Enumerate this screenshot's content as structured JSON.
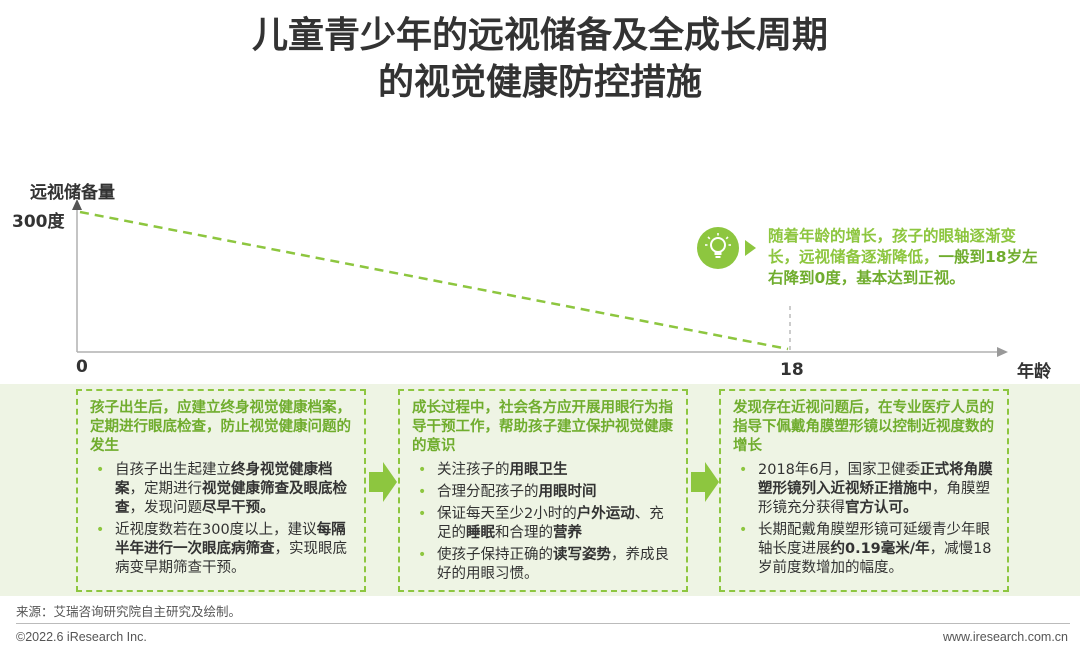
{
  "title": {
    "line1": "儿童青少年的远视储备及全成长周期",
    "line2": "的视觉健康防控措施"
  },
  "axis": {
    "y_label": "远视储备量",
    "y_tick": "300度",
    "x_origin": "0",
    "x_tick": "18",
    "x_label": "年龄"
  },
  "note": {
    "part1": "随着年龄的增长，孩子的眼轴逐渐变长，远视储备逐渐降低，",
    "part2": "一般到18岁左右降到0度，基本达到正视。"
  },
  "boxes": [
    {
      "head": "孩子出生后，应建立终身视觉健康档案，定期进行眼底检查，防止视觉健康问题的发生",
      "items": [
        [
          {
            "t": "自孩子出生起建立"
          },
          {
            "t": "终身视觉健康档案",
            "b": true
          },
          {
            "t": "，定期进行"
          },
          {
            "t": "视觉健康筛查及眼底检查",
            "b": true
          },
          {
            "t": "，发现问题"
          },
          {
            "t": "尽早干预。",
            "b": true
          }
        ],
        [
          {
            "t": "近视度数若在300度以上，建议"
          },
          {
            "t": "每隔半年进行一次眼底病筛查",
            "b": true
          },
          {
            "t": "，实现眼底病变早期筛查干预。"
          }
        ]
      ]
    },
    {
      "head": "成长过程中，社会各方应开展用眼行为指导干预工作，帮助孩子建立保护视觉健康的意识",
      "items": [
        [
          {
            "t": "关注孩子的"
          },
          {
            "t": "用眼卫生",
            "b": true
          }
        ],
        [
          {
            "t": "合理分配孩子的"
          },
          {
            "t": "用眼时间",
            "b": true
          }
        ],
        [
          {
            "t": "保证每天至少2小时的"
          },
          {
            "t": "户外运动",
            "b": true
          },
          {
            "t": "、充足的"
          },
          {
            "t": "睡眠",
            "b": true
          },
          {
            "t": "和合理的"
          },
          {
            "t": "营养",
            "b": true
          }
        ],
        [
          {
            "t": "使孩子保持正确的"
          },
          {
            "t": "读写姿势",
            "b": true
          },
          {
            "t": "，养成良好的用眼习惯。"
          }
        ]
      ]
    },
    {
      "head": "发现存在近视问题后，在专业医疗人员的指导下佩戴角膜塑形镜以控制近视度数的增长",
      "items": [
        [
          {
            "t": "2018年6月，国家卫健委"
          },
          {
            "t": "正式将角膜塑形镜列入近视矫正措施中",
            "b": true
          },
          {
            "t": "，角膜塑形镜充分获得"
          },
          {
            "t": "官方认可。",
            "b": true
          }
        ],
        [
          {
            "t": "长期配戴角膜塑形镜可延缓青少年眼轴长度进展"
          },
          {
            "t": "约0.19毫米/年",
            "b": true
          },
          {
            "t": "，减慢18岁前度数增加的幅度。"
          }
        ]
      ]
    }
  ],
  "footer": {
    "source": "来源：艾瑞咨询研究院自主研究及绘制。",
    "copyright": "©2022.6 iResearch Inc.",
    "website": "www.iresearch.com.cn"
  },
  "colors": {
    "accent": "#8dc63f",
    "accent_dark": "#70ad2e",
    "band": "#eef4e4",
    "text": "#333333"
  },
  "icons": {
    "note": "lightbulb-icon",
    "flow": "chevron-right-icon"
  }
}
